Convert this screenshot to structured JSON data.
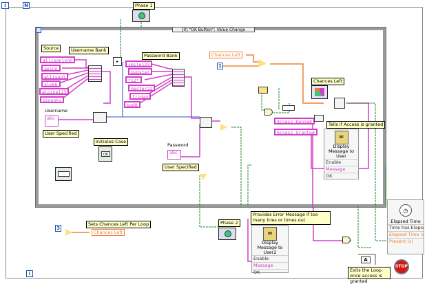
{
  "window": {
    "iteration_terminal": "i",
    "loop_count_terminal": "N",
    "case_selector": "[0] \"OK Button\": Value Change"
  },
  "indicators": {
    "phase1": "Phase 1",
    "phase2": "Phase 2",
    "chances_left_label": "Chances Left",
    "username_label": "Username",
    "password_label": "Password",
    "elapsed_time": "Elapsed Time",
    "stop": "STOP"
  },
  "labels": {
    "source": "Source",
    "username_bank": "Username Bank",
    "password_bank": "Password Bank",
    "user_specified_1": "User Specified",
    "user_specified_2": "User Specified",
    "initiates_case": "Initiates Case",
    "tells_access": "Tells if Access is granted",
    "sets_chances": "Sets Chances Left Per Loop",
    "error_message": "Provides Error Message if too many tries or times out",
    "exits_loop": "Exits the Loop once access is granted",
    "chances_left_local": "Chances Left",
    "chances_left_set": "Chances Left"
  },
  "username_bank": [
    "allisonlynn",
    "apino",
    "allisonl",
    "alp66",
    "alpine123",
    "pinosky"
  ],
  "password_bank": [
    "smile123",
    "pupster",
    "*12*",
    "master22",
    "friday",
    "pwd8"
  ],
  "strings": {
    "access_denied": "Access Denied",
    "access_granted": "Access Granted",
    "abc": "abc"
  },
  "constants": {
    "one": "1",
    "three": "3",
    "a_const": "A"
  },
  "display_message_1": {
    "title": "Display Message to User",
    "enable": "Enable",
    "message": "Message",
    "ok": "OK"
  },
  "display_message_2": {
    "title": "Display Message to User2",
    "enable": "Enable",
    "message": "Message",
    "ok": "OK"
  },
  "elapsed_time_vi": {
    "row1": "Time has Elapsed",
    "row2": "Elapsed Time (s)",
    "row3": "Present (s)"
  },
  "colors": {
    "string_wire": "#d23ec8",
    "numeric_wire": "#f08030",
    "boolean_wire": "#1c8a2b",
    "reference_wire": "#3050c0"
  }
}
